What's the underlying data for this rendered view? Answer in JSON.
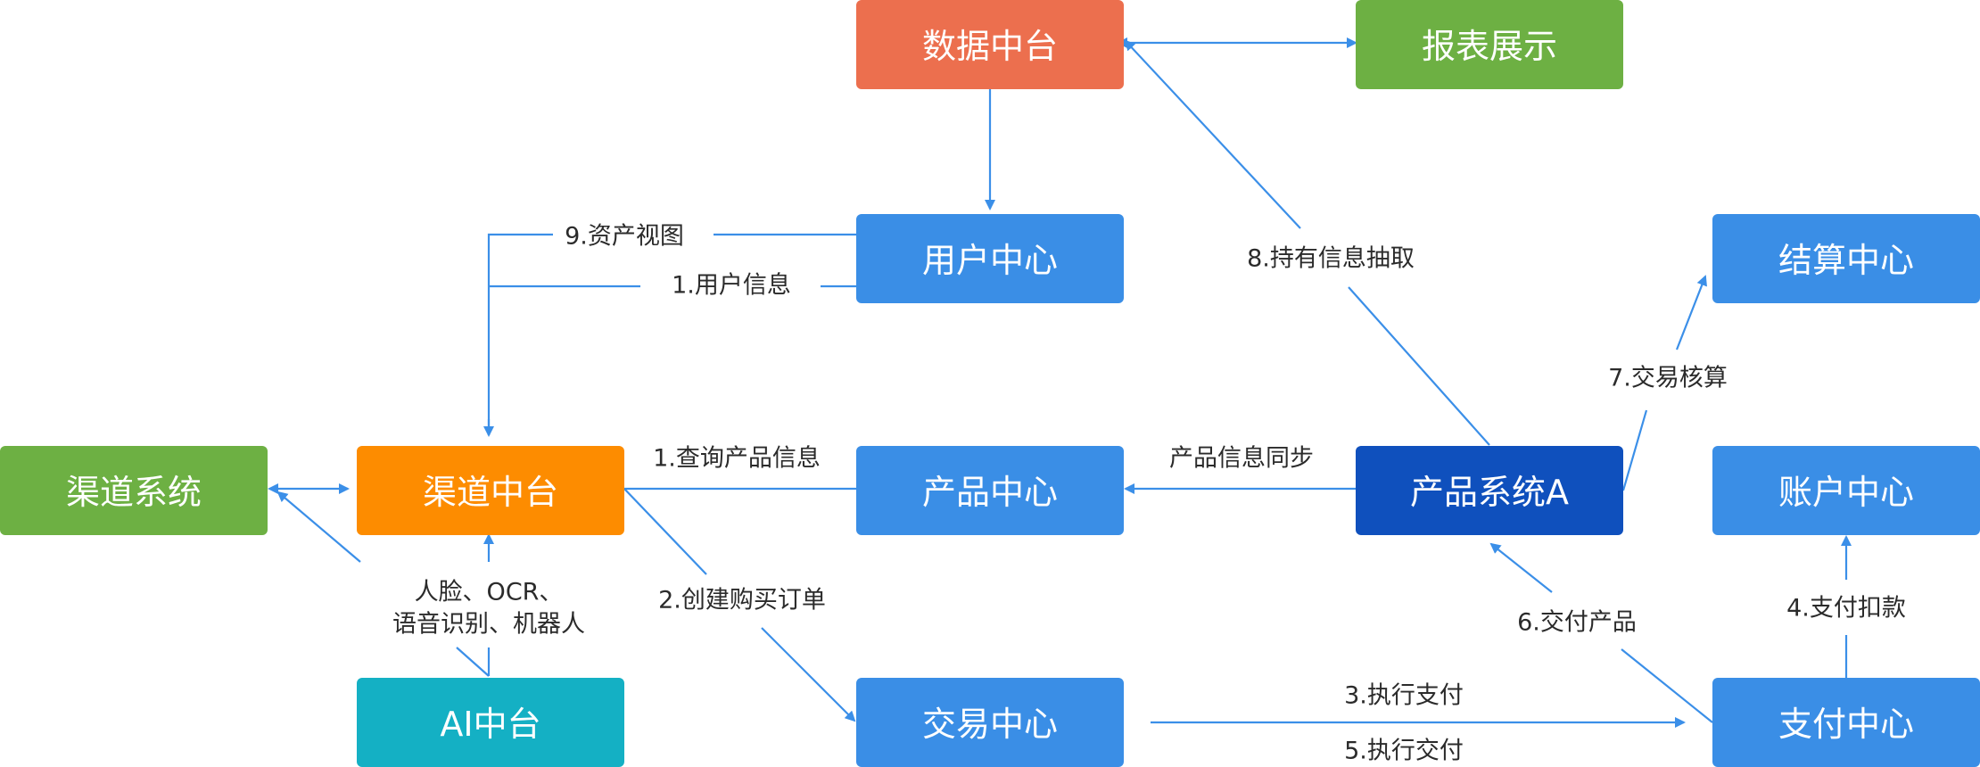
{
  "colors": {
    "red": "#ec6f4e",
    "green": "#6db043",
    "blue": "#3a8ee6",
    "orange": "#fd8c00",
    "teal": "#14b0c4",
    "darkblue": "#0f50bd",
    "arrow": "#3b8fe8",
    "text": "#2b2b2b"
  },
  "nodes": {
    "data_platform": "数据中台",
    "report_display": "报表展示",
    "user_center": "用户中心",
    "settlement_center": "结算中心",
    "channel_system": "渠道系统",
    "channel_platform": "渠道中台",
    "product_center": "产品中心",
    "product_system_a": "产品系统A",
    "account_center": "账户中心",
    "ai_platform": "AI中台",
    "trade_center": "交易中心",
    "payment_center": "支付中心"
  },
  "edges": {
    "asset_view": "9.资产视图",
    "user_info": "1.用户信息",
    "hold_info_extract": "8.持有信息抽取",
    "trade_accounting": "7.交易核算",
    "query_product_info": "1.查询产品信息",
    "product_info_sync": "产品信息同步",
    "ai_caps_line1": "人脸、OCR、",
    "ai_caps_line2": "语音识别、机器人",
    "create_order": "2.创建购买订单",
    "deliver_product": "6.交付产品",
    "pay_deduct": "4.支付扣款",
    "execute_payment": "3.执行支付",
    "execute_delivery": "5.执行交付"
  }
}
